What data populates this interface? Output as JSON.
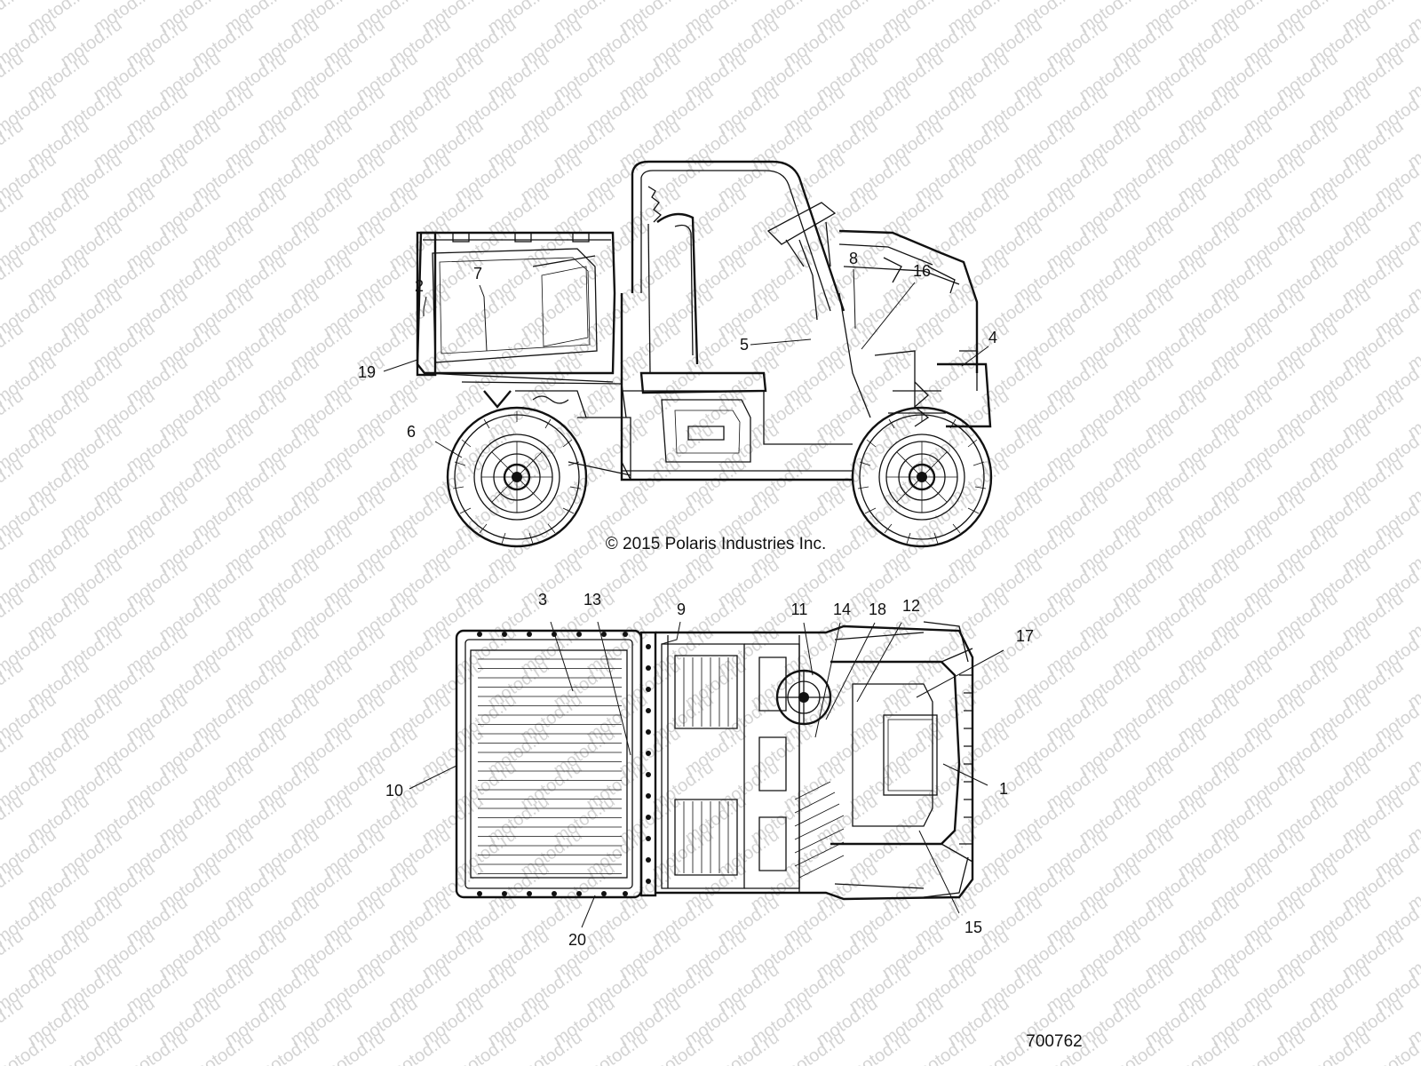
{
  "watermark": {
    "text": "motod.ru"
  },
  "copyright": "© 2015 Polaris Industries Inc.",
  "figure_number": "700762",
  "callouts": {
    "c1": "1",
    "c2": "2",
    "c3": "3",
    "c4": "4",
    "c5": "5",
    "c6": "6",
    "c7": "7",
    "c8": "8",
    "c9": "9",
    "c10": "10",
    "c11": "11",
    "c12": "12",
    "c13": "13",
    "c14": "14",
    "c15": "15",
    "c16": "16",
    "c17": "17",
    "c18": "18",
    "c19": "19",
    "c20": "20"
  }
}
